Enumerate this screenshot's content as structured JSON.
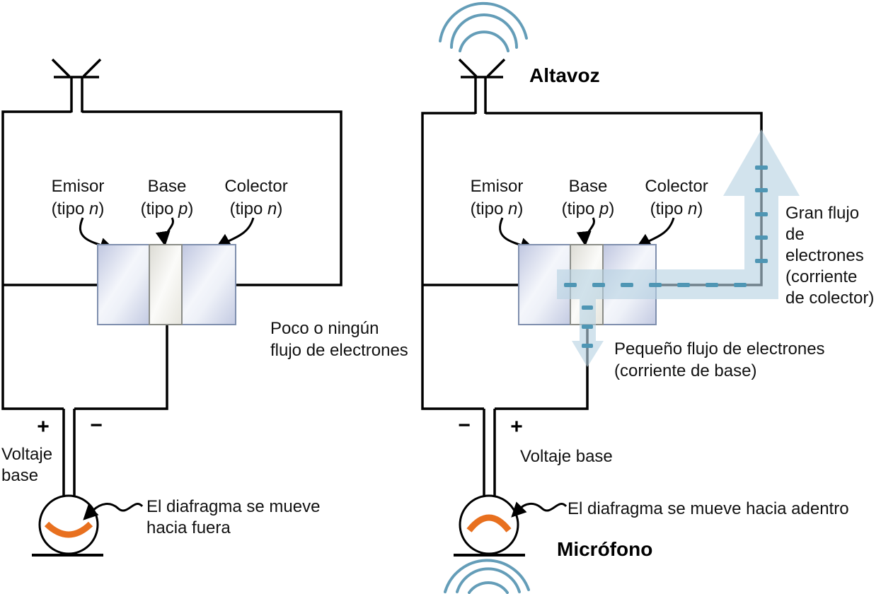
{
  "left_circuit": {
    "transistor": {
      "emitter": {
        "name": "Emisor",
        "type_prefix": "(tipo ",
        "type_letter": "n",
        "type_suffix": ")"
      },
      "base": {
        "name": "Base",
        "type_prefix": "(tipo ",
        "type_letter": "p",
        "type_suffix": ")"
      },
      "collector": {
        "name": "Colector",
        "type_prefix": "(tipo ",
        "type_letter": "n",
        "type_suffix": ")"
      }
    },
    "flow_note": "Poco o ningún\nflujo de electrones",
    "plus": "+",
    "minus": "−",
    "voltage_label": "Voltaje\nbase",
    "diaphragm_note": "El diafragma se mueve\nhacia fuera"
  },
  "right_circuit": {
    "speaker_label": "Altavoz",
    "microphone_label": "Micrófono",
    "transistor": {
      "emitter": {
        "name": "Emisor",
        "type_prefix": "(tipo ",
        "type_letter": "n",
        "type_suffix": ")"
      },
      "base": {
        "name": "Base",
        "type_prefix": "(tipo ",
        "type_letter": "p",
        "type_suffix": ")"
      },
      "collector": {
        "name": "Colector",
        "type_prefix": "(tipo ",
        "type_letter": "n",
        "type_suffix": ")"
      }
    },
    "collector_current_note": "Gran flujo\nde\nelectrones\n(corriente\nde colector)",
    "base_current_note": "Pequeño flujo de electrones\n(corriente de base)",
    "minus": "−",
    "plus": "+",
    "voltage_label": "Voltaje base",
    "diaphragm_note": "El diafragma se mueve hacia adentro"
  },
  "colors": {
    "wire": "#000000",
    "sound_wave": "#649db8",
    "electron_dash": "#4f96b4",
    "current_arrow_fill": "#b7d2e2",
    "diaphragm_orange": "#e8701f",
    "n_block_border": "#7f8fae",
    "p_block_border": "#8b8d88"
  }
}
